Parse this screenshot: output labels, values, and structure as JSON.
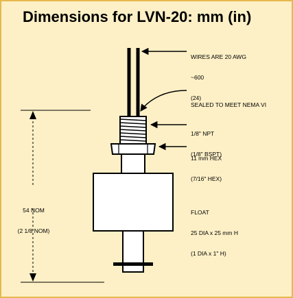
{
  "title": "Dimensions for LVN-20: mm (in)",
  "labels": {
    "wires": [
      "WIRES ARE 20 AWG",
      "~600",
      "(24)"
    ],
    "sealed": [
      "SEALED TO MEET NEMA VI"
    ],
    "npt": [
      "1/8\" NPT",
      "(1/8\" BSPT)"
    ],
    "hex": [
      "11 mm HEX",
      "(7/16\" HEX)"
    ],
    "float": [
      "FLOAT",
      "25 DIA x 25 mm H",
      "(1 DIA x 1\" H)"
    ],
    "overall": [
      "54 NOM",
      "(2 1/8 NOM)"
    ]
  },
  "colors": {
    "background": "#fdf0c6",
    "border": "#e7b84d",
    "ink": "#000000",
    "part_fill": "#ffffff"
  }
}
